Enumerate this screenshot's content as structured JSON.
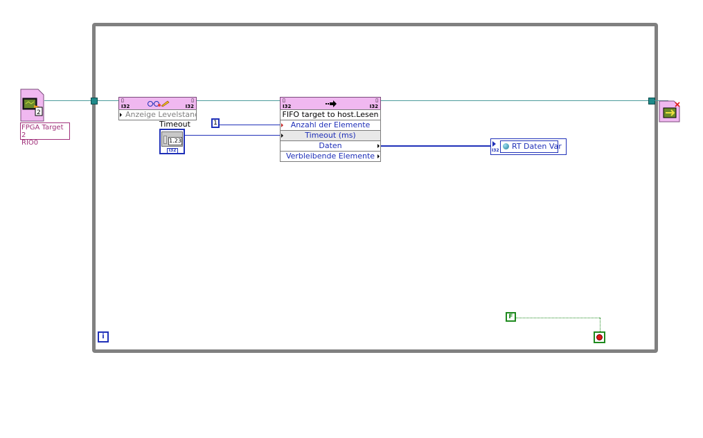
{
  "fpga_reference": {
    "label_line1": "FPGA Target 2",
    "label_line2": "RIO0",
    "badge": "2"
  },
  "property_node": {
    "property": "Anzeige Levelstand"
  },
  "timeout_control": {
    "label": "Timeout",
    "value": "1.23",
    "type": "I32"
  },
  "constant_numeric": {
    "value": "1"
  },
  "fifo_method_node": {
    "method": "FIFO target to host.Lesen",
    "inputs": [
      "Anzahl der Elemente",
      "Timeout (ms)"
    ],
    "outputs": [
      "Daten",
      "Verbleibende Elemente"
    ]
  },
  "shared_variable": {
    "name": "RT Daten Var"
  },
  "false_constant": {
    "value": "F"
  },
  "iteration_terminal": {
    "label": "i"
  },
  "colors": {
    "loop_border": "#808080",
    "reference_wire": "#4a9a9a",
    "numeric_wire": "#1e2fb8",
    "boolean_wire": "#1e8a1e",
    "node_header": "#f0b8f0"
  }
}
